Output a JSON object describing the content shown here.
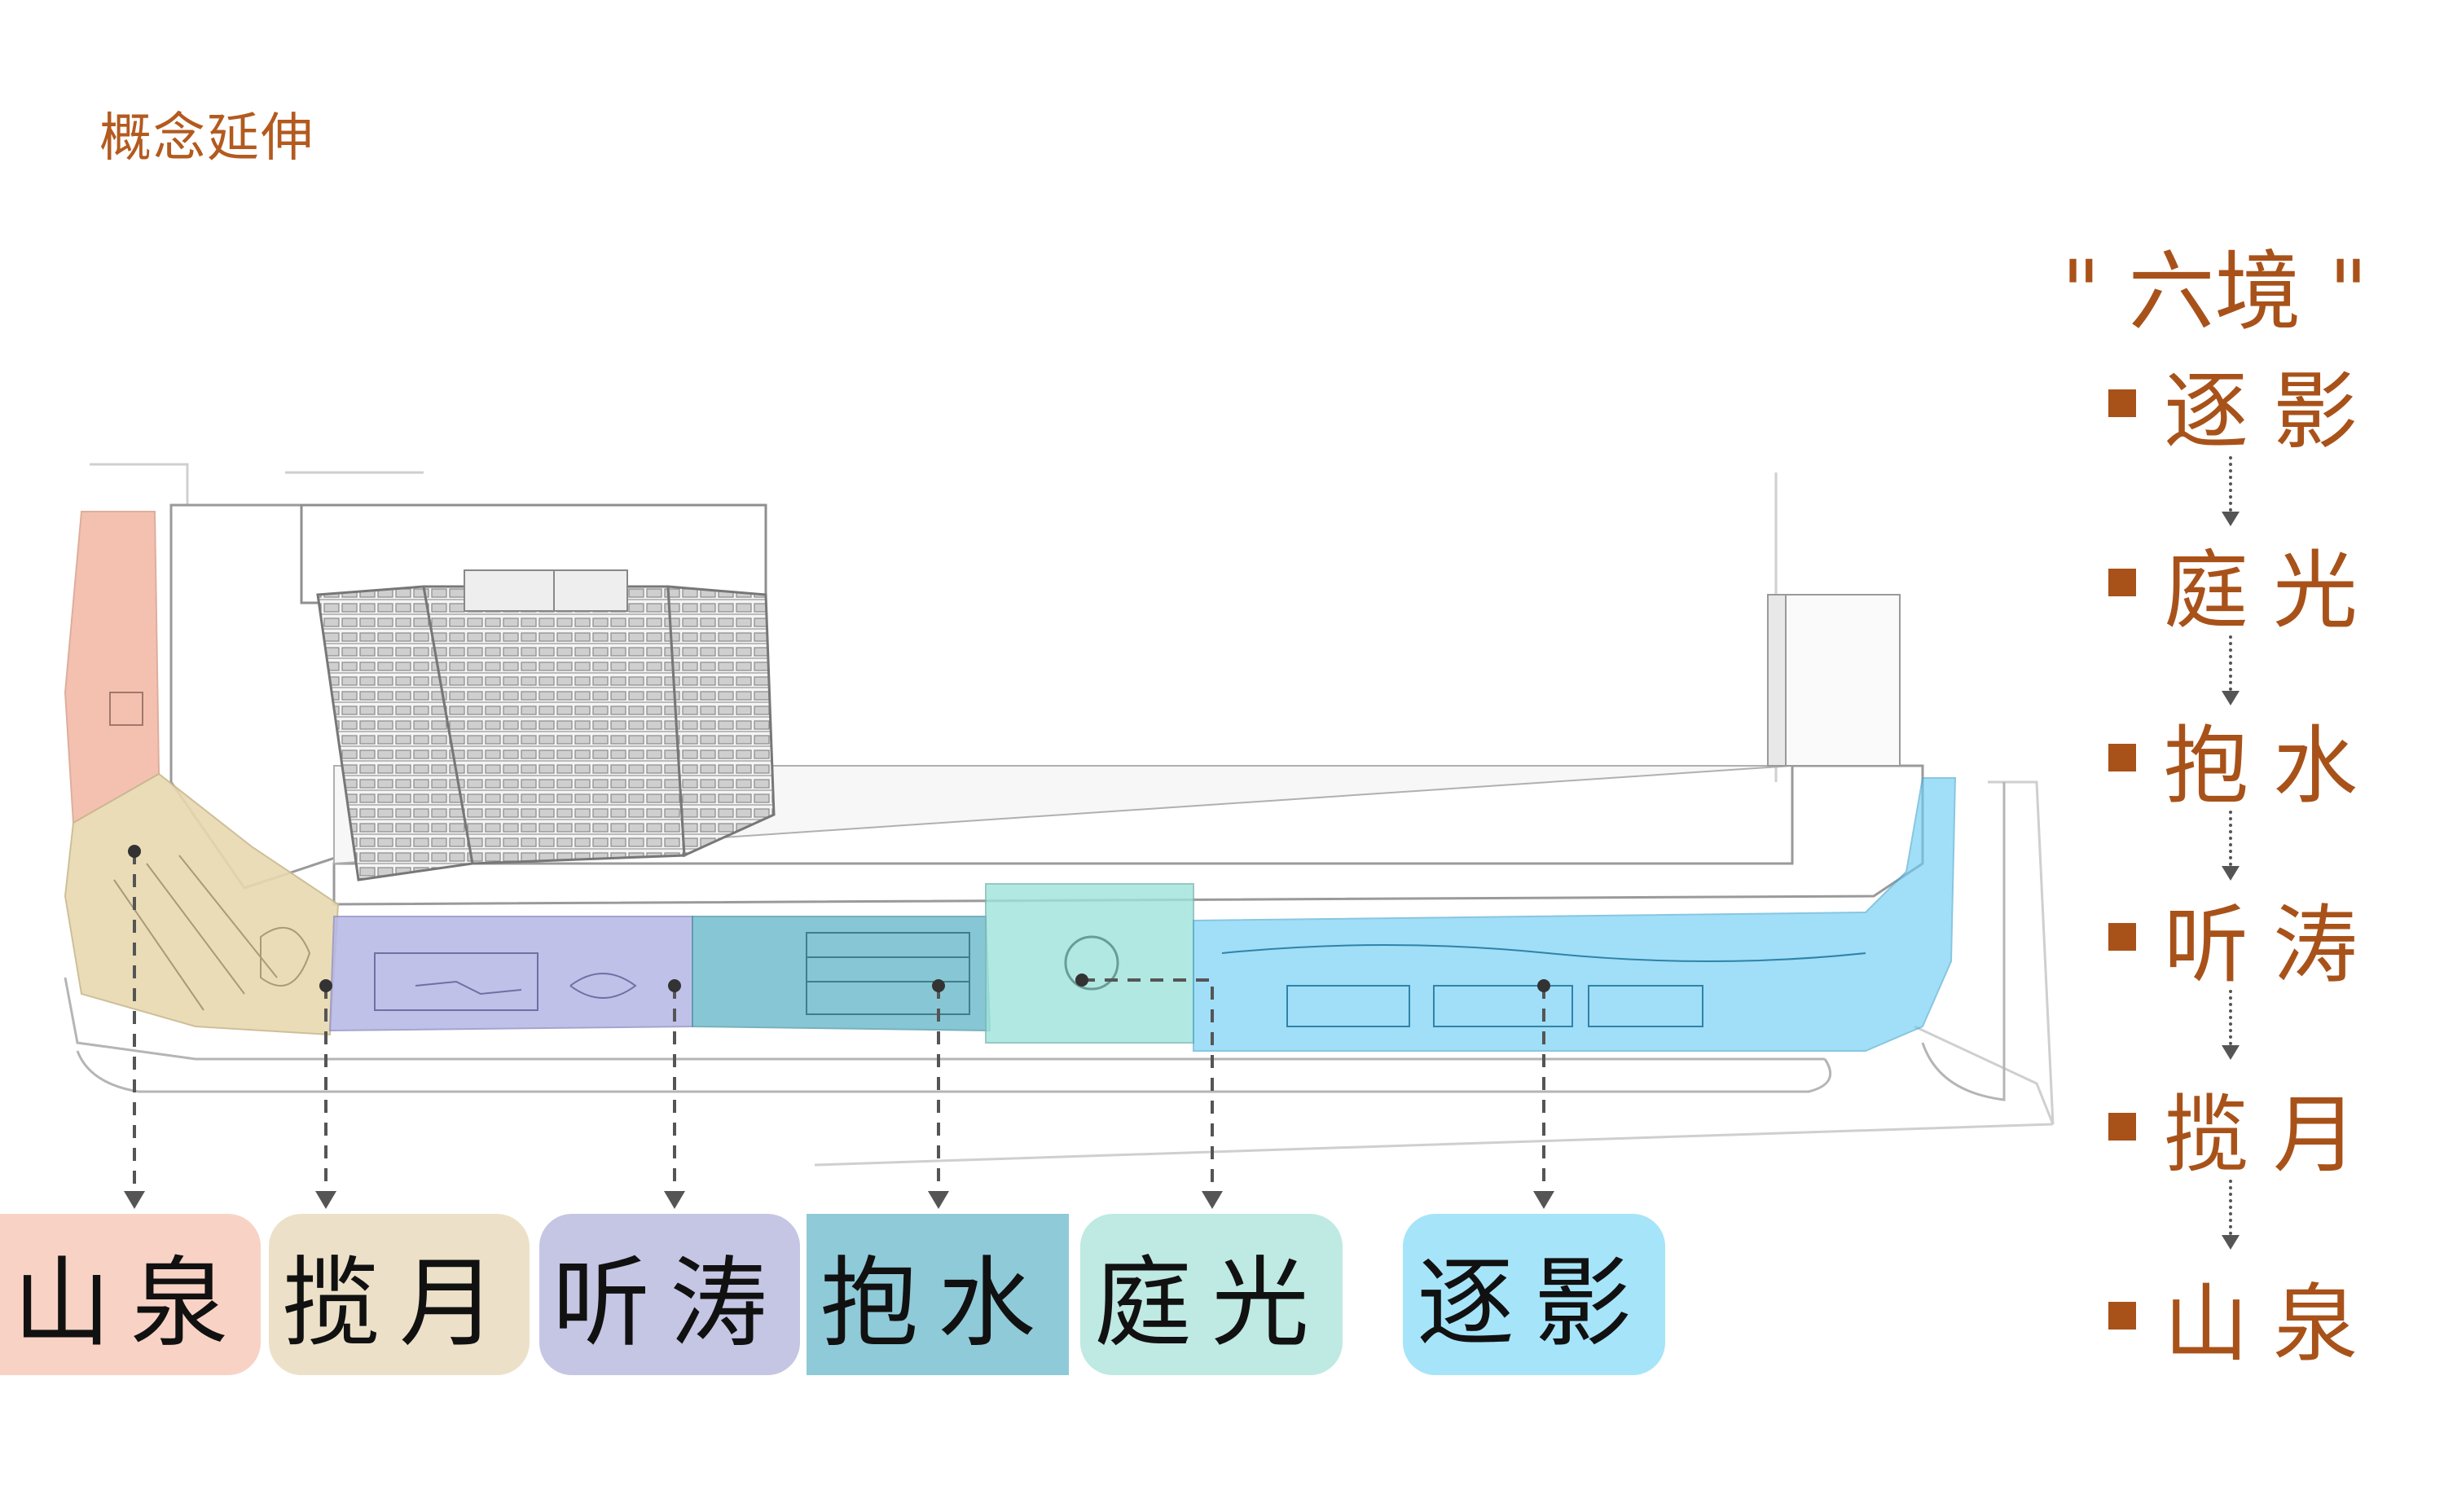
{
  "title": "概念延伸",
  "zones": [
    {
      "label": "山泉",
      "color": "#f8d3c5"
    },
    {
      "label": "揽月",
      "color": "#ece1c8"
    },
    {
      "label": "听涛",
      "color": "#c5c6e4"
    },
    {
      "label": "抱水",
      "color": "#8fcad8"
    },
    {
      "label": "庭光",
      "color": "#bfe9e3"
    },
    {
      "label": "逐影",
      "color": "#a6e4f9"
    }
  ],
  "legend": {
    "title": "\" 六境 \"",
    "items": [
      "逐影",
      "庭光",
      "抱水",
      "听涛",
      "揽月",
      "山泉"
    ]
  },
  "colors": {
    "accent": "#a8521a",
    "zone_fill_shanquan": "#f3b7a3",
    "zone_fill_lanyue": "#e8d9b0",
    "zone_fill_tingtao": "#b5b7e6",
    "zone_fill_baoshui": "#5fb5c8",
    "zone_fill_tingguang": "#9fe3dc",
    "zone_fill_zhuying": "#6fcdf5"
  }
}
